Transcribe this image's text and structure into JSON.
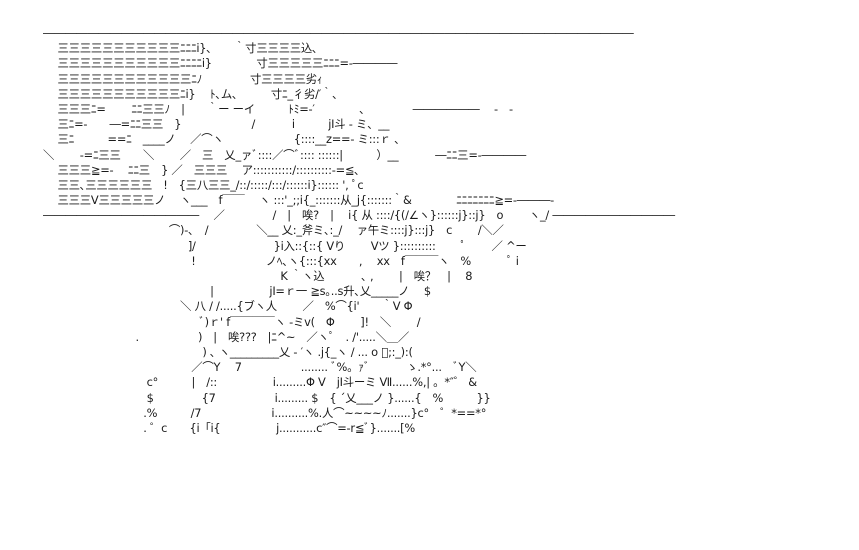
{
  "art": {
    "lines": [
      "―――――――――――――――――――――――――――――――――――――――――――――――――――――",
      "　 三三三三三三三三三三三ﾆﾆﾆi}､　　｀寸三三三三込､",
      "　 三三三三三三三三三三三ﾆﾆﾆﾆi}　　　　寸三三三三三ﾆﾆﾆ=-――――",
      "　 三三三三三三三三三三三三ﾆﾉ　　　　 寸三三三三劣ｨ",
      "　 三三三三三三三三三三三ﾆi}　 ﾄ､ム､　　　寸ﾆ_彳劣/′｀､",
      "　 三三三ﾆ=　　 ﾆﾆ三三ﾉ　|　　｀ー ーイ　　　ﾄﾐ=-′　　　　､　　　　 ――――――　 -　-",
      "　 三ﾆ=-　　―=ﾆﾆ三三　}　　　　　　 /　　　 i　　　jI斗 - ミ、__",
      "　 三ﾆ　　　==ﾆ　____ノ　 ／⌒ヽ　　　　　　 {::::__z==- ミ:::ｒ 、",
      "＼　　 -=ﾆ三三　　＼　　 ／　三　乂_ァﾞ::::／⌒ﾞ:::: ::::::|　　　）__　　　 ―ﾆﾆ三=-――――",
      "　 三三三≧=-　 ﾆﾆ三　} ／　三三三　 ア:::::::::::/::::::::::-=≦､",
      "　 三三､三三三三三三　!　{三八三三_/::/:::::/:::/::::::i}:::::: ', ﾟc",
      "　 三三三V三三三三三ノ　 ヽ___　f￣￣　 ヽ :::'_;;i{_:::::::从_j{:::::::｀&　　　　ﾆﾆﾆﾆﾆﾆﾆ≧=-―――-",
      "――――――――――――――　 ／　　　　 /　|　唉?　|　 i{ 从 ::::/{(/∠ヽ}::::::j}::j}　o　　 ヽ_/ ―――――――――――",
      "　　　　　　　　　　　 ⌒)-､　/　　　　 ＼__ 乂:_斧ミ､:_/　 ァ午ミ::::j}:::j}　c　　 /＼／",
      "　　　　　　　　　　　　　]/　　　　　　　}i入::{::{ Vり　　 Vツ }::::::::::　　 ﾟ　　 ／ ^ー",
      "　　　　　　　　　　　　　 !　　　　　　 ノﾍ､ヽ{:::{xx　　,　 xx　f￣￣￣ヽ　%　　　 ﾟ i",
      "　　　　　　　　　　　　　　　　　　　　　 K ｀ヽ込　　　 ､ ,　　 |　唉？　|　 8",
      "　　　　　　　　　　　　　　　|　　　　　jI=ｒ一 ≧s｡..s升､乂_____ノ　 $",
      "　　　　　　　　　　　　 ＼ 八 / /.....{ブヽ人　　 ／　%⌒{i'　　｀V Φ",
      "　　　　　　　　　　　　　　ﾞ)ｒ' f￣￣￣￣ヽ -ミv(　Φ　　 ]!　＼　　 /",
      "　　　　　　　　 .　　　　　 )　|　唉???　|ﾆ^~　／ヽﾟ　. /'.....＼＿／",
      "　　　　　　　　　　　　　　 ) ､ ヽ_________乂 - ′ヽ .j{_ヽ / ... o ゚;:_):(",
      "　　　　　　　　　　　　　 ／⌒Y　 7　　　　　 ........ ﾞ%。ｧﾞ　　　 ゝ.*°...　ﾞY＼",
      "　　　　　　　　　 c°　　　|　/::　　　　　i.........Φ V　jI斗ーミ Ⅶ......%,| 。*″゜ &",
      "　　　　　　　　　 $　　　　 {7　　　　　 i......... $　{ ´乂___ノ }......{　%　　　}}",
      "　　　　　　　　　.%　　　/7　　　　　　 i..........%.人⌒~~~~ﾉ.......}c°　゜*==*°",
      "　　　　　　　　　. ゜c　　{i「i{　　　　　j...........c″⌒=-r≦ﾞ}.......[%"
    ]
  }
}
